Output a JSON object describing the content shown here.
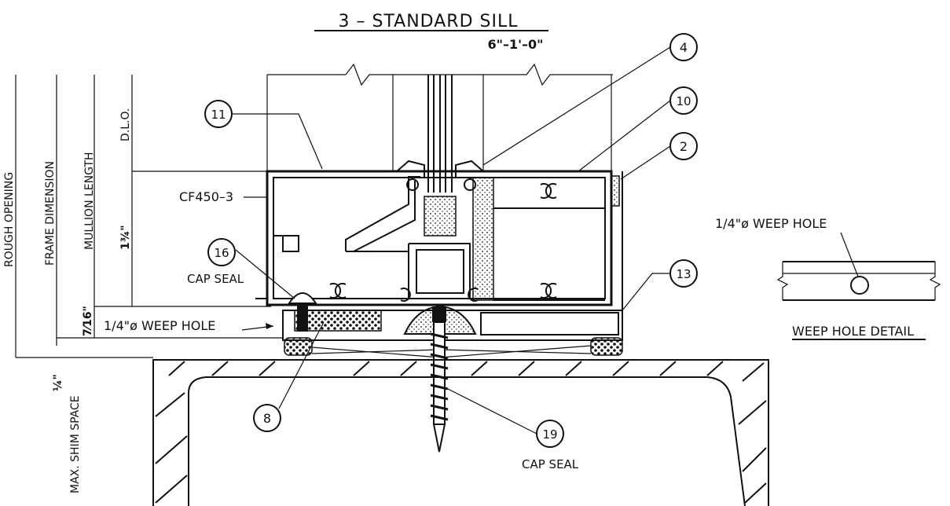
{
  "title": "3 – STANDARD SILL",
  "scale": "6\"–1'–0\"",
  "callouts": {
    "c4": "4",
    "c10": "10",
    "c2": "2",
    "c11": "11",
    "c16": "16",
    "c13": "13",
    "c8": "8",
    "c19": "19"
  },
  "labels": {
    "rough_opening": "ROUGH OPENING",
    "frame_dimension": "FRAME DIMENSION",
    "mullion_length": "MULLION LENGTH",
    "dlo": "D.L.O.",
    "cf450": "CF450–3",
    "dim_1_3_4": "1¾\"",
    "dim_7_16": "7⁄16\"",
    "dim_1_4": "¼\"",
    "max_shim": "MAX. SHIM SPACE",
    "cap_seal_left": "CAP SEAL",
    "cap_seal_bottom": "CAP SEAL",
    "weep_hole_left": "1/4\"ø WEEP HOLE",
    "weep_hole_detail_label": "1/4\"ø WEEP HOLE",
    "weep_hole_detail_title": "WEEP HOLE DETAIL"
  },
  "colors": {
    "ink": "#111111",
    "paper": "#ffffff"
  }
}
